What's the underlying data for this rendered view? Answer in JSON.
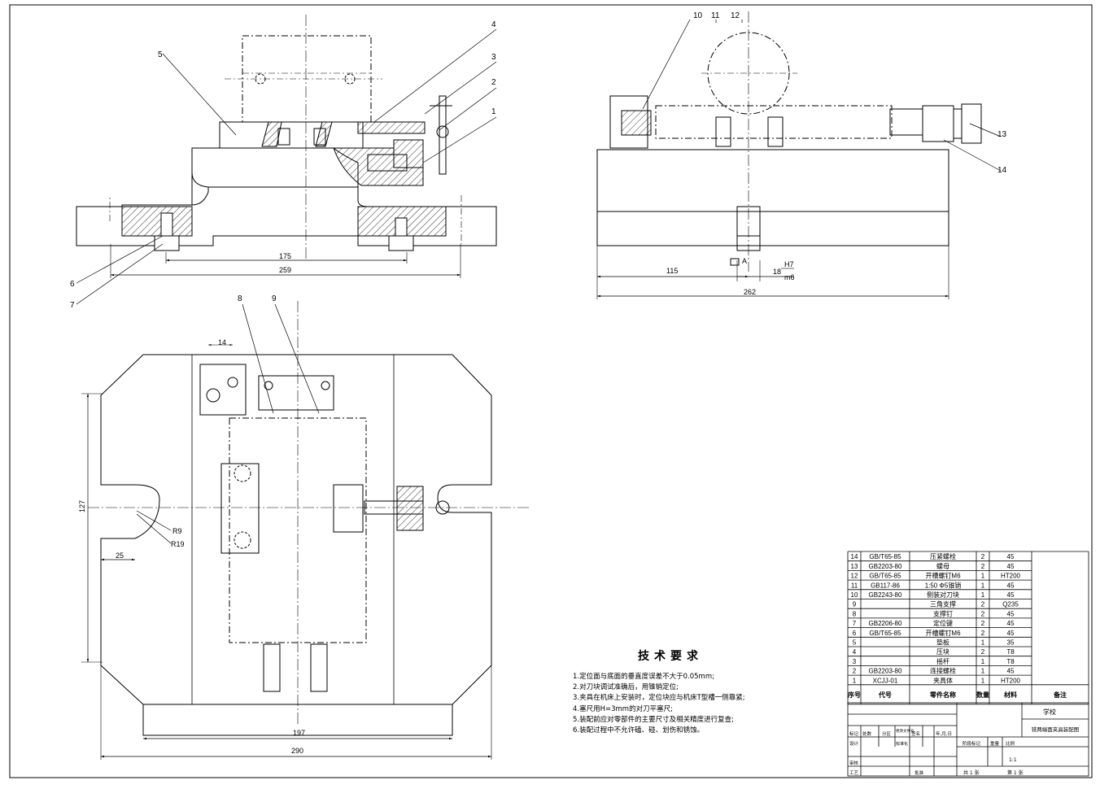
{
  "views": {
    "front_view": {
      "leaders": [
        "1",
        "2",
        "3",
        "4",
        "5",
        "6",
        "7"
      ],
      "dims": [
        "175",
        "259"
      ]
    },
    "side_view": {
      "leaders": [
        "10",
        "11",
        "12",
        "13",
        "14"
      ],
      "dims": [
        "115",
        "262",
        "18",
        "H7",
        "m6",
        "A"
      ]
    },
    "top_view": {
      "leaders": [
        "8",
        "9"
      ],
      "dims": [
        "14",
        "127",
        "25",
        "R9",
        "R19",
        "197",
        "290"
      ]
    }
  },
  "tech": {
    "title": "技术要求",
    "items": [
      "1.定位面与底面的垂直度误差不大于0.05mm;",
      "2.对刀块调试准确后，用锥销定位;",
      "3.夹具在机床上安装时，定位块应与机床T型槽一侧靠紧;",
      "4.塞尺用H=3mm的对刀平塞尺;",
      "5.装配前应对零部件的主要尺寸及相关精度进行复查;",
      "6.装配过程中不允许磕、碰、划伤和锈蚀。"
    ]
  },
  "bom": {
    "headers": {
      "no": "序号",
      "code": "代号",
      "name": "零件名称",
      "qty": "数量",
      "material": "材料",
      "remark": "备注"
    },
    "rows": [
      {
        "no": "14",
        "code": "GB/T65-85",
        "name": "压紧螺栓",
        "qty": "2",
        "material": "45"
      },
      {
        "no": "13",
        "code": "GB2203-80",
        "name": "螺母",
        "qty": "2",
        "material": "45"
      },
      {
        "no": "12",
        "code": "GB/T65-85",
        "name": "开槽螺钉M6",
        "qty": "1",
        "material": "HT200"
      },
      {
        "no": "11",
        "code": "GB117-86",
        "name": "1:50 Φ5锥销",
        "qty": "1",
        "material": "45"
      },
      {
        "no": "10",
        "code": "GB2243-80",
        "name": "侧装对刀块",
        "qty": "1",
        "material": "45"
      },
      {
        "no": "9",
        "code": "",
        "name": "三角支撑",
        "qty": "2",
        "material": "Q235"
      },
      {
        "no": "8",
        "code": "",
        "name": "支撑钉",
        "qty": "2",
        "material": "45"
      },
      {
        "no": "7",
        "code": "GB2206-80",
        "name": "定位键",
        "qty": "2",
        "material": "45"
      },
      {
        "no": "6",
        "code": "GB/T65-85",
        "name": "开槽螺钉M6",
        "qty": "2",
        "material": "45"
      },
      {
        "no": "5",
        "code": "",
        "name": "垫板",
        "qty": "1",
        "material": "35"
      },
      {
        "no": "4",
        "code": "",
        "name": "压块",
        "qty": "2",
        "material": "T8"
      },
      {
        "no": "3",
        "code": "",
        "name": "摇杆",
        "qty": "1",
        "material": "T8"
      },
      {
        "no": "2",
        "code": "GB2203-80",
        "name": "连接螺栓",
        "qty": "1",
        "material": "45"
      },
      {
        "no": "1",
        "code": "XCJJ-01",
        "name": "夹具体",
        "qty": "1",
        "material": "HT200"
      }
    ]
  },
  "title_block": {
    "school": "学校",
    "drawing_title": "铣两端面夹具装配图",
    "rev_headers": [
      "标记",
      "处数",
      "分区",
      "更改文件号",
      "签名",
      "年,月,日"
    ],
    "role_design": "设计",
    "standardize": "标准化",
    "stage_mark": "阶段标记",
    "weight": "重量",
    "ratio_label": "比例",
    "ratio": "1:1",
    "review": "审核",
    "process": "工艺",
    "approve": "批准",
    "sheets_total": "共 1 张",
    "sheet_no": "第 1 张"
  }
}
